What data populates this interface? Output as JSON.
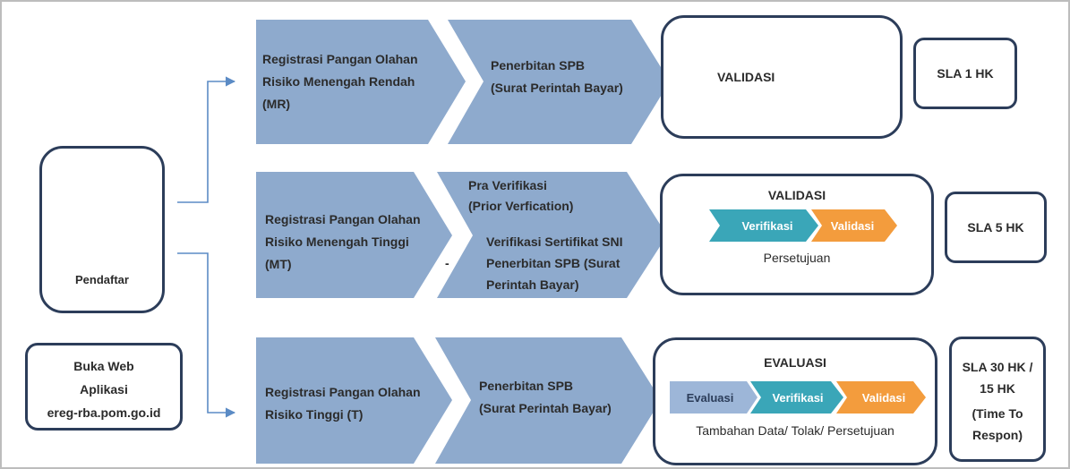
{
  "colors": {
    "chevron": "#8eaacd",
    "box_border": "#2c3d5a",
    "arrow": "#5b8bc5",
    "verifikasi": "#3aa6b8",
    "validasi": "#f39c3d",
    "evaluasi": "#9db6d8"
  },
  "user": {
    "icon": "person-at-desk-icon",
    "label": "Pendaftar"
  },
  "web": {
    "line1": "Buka Web",
    "line2": "Aplikasi",
    "line3": "ereg-rba.pom.go.id"
  },
  "rows": [
    {
      "title_lines": [
        "Registrasi Pangan Olahan",
        "Risiko Menengah Rendah",
        "(MR)"
      ],
      "step_lines": [
        "Penerbitan SPB",
        "(Surat Perintah Bayar)"
      ],
      "result": "VALIDASI",
      "sla_lines": [
        "SLA 1 HK"
      ]
    },
    {
      "title_lines": [
        "Registrasi Pangan Olahan",
        "Risiko Menengah Tinggi",
        "(MT)"
      ],
      "step_lines": [
        "Pra Verifikasi",
        "(Prior Verfication)",
        "Verifikasi Sertifikat SNI",
        "Penerbitan SPB (Surat",
        "Perintah Bayar)"
      ],
      "step_dash": "-",
      "result": "VALIDASI",
      "flow": [
        "Verifikasi",
        "Validasi"
      ],
      "result_note": "Persetujuan",
      "sla_lines": [
        "SLA 5 HK"
      ]
    },
    {
      "title_lines": [
        "Registrasi Pangan Olahan",
        "Risiko Tinggi (T)"
      ],
      "step_lines": [
        "Penerbitan SPB",
        "(Surat Perintah Bayar)"
      ],
      "result": "EVALUASI",
      "flow": [
        "Evaluasi",
        "Verifikasi",
        "Validasi"
      ],
      "result_note": "Tambahan Data/ Tolak/ Persetujuan",
      "sla_lines": [
        "SLA 30 HK /",
        "15 HK",
        "(Time To",
        "Respon)"
      ]
    }
  ]
}
